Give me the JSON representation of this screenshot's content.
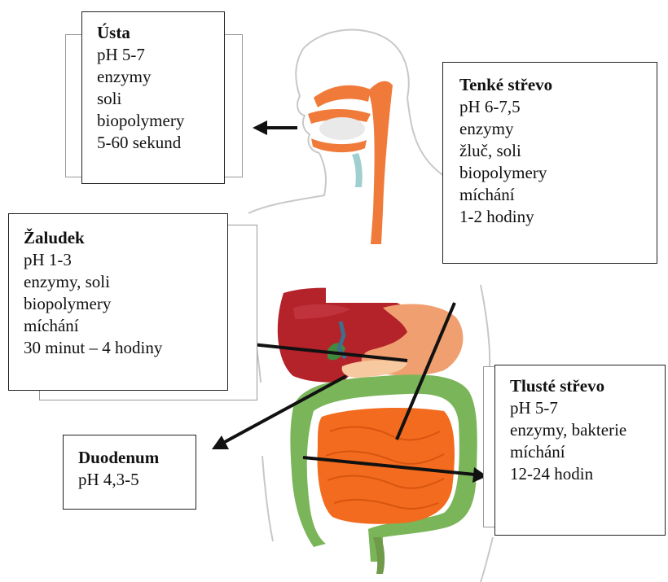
{
  "diagram": {
    "boxes": [
      {
        "id": "usta",
        "title": "Ústa",
        "lines": [
          "pH 5-7",
          "enzymy",
          "soli",
          "biopolymery",
          "5-60 sekund"
        ]
      },
      {
        "id": "tenke-strevo",
        "title": "Tenké střevo",
        "lines": [
          "pH 6-7,5",
          "enzymy",
          "žluč, soli",
          "biopolymery",
          "míchání",
          "1-2 hodiny"
        ]
      },
      {
        "id": "zaludek",
        "title": "Žaludek",
        "lines": [
          "pH 1-3",
          "enzymy, soli",
          "biopolymery",
          "míchání",
          "30 minut – 4 hodiny"
        ]
      },
      {
        "id": "duodenum",
        "title": "Duodenum",
        "lines": [
          "pH 4,3-5"
        ]
      },
      {
        "id": "tluste-strevo",
        "title": "Tlusté střevo",
        "lines": [
          "pH 5-7",
          "enzymy, bakterie",
          "míchání",
          "12-24 hodin"
        ]
      }
    ],
    "colors": {
      "esophagus": "#f07a3a",
      "liver": "#b4222a",
      "stomach": "#f0a070",
      "small_intestine": "#f26b1f",
      "large_intestine": "#7ab55a",
      "gallbladder": "#3f8a3f",
      "body_outline": "#c8c8c8",
      "arrow": "#111111"
    }
  }
}
